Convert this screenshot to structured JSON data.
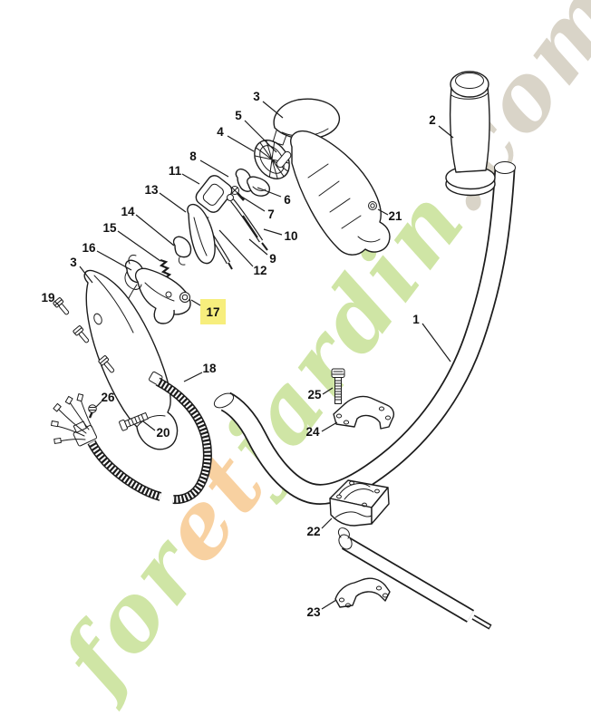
{
  "diagram": {
    "line_color": "#1c1c1c",
    "highlight": {
      "part": "17",
      "color": "#f7ee7d"
    },
    "part_labels": {
      "l1": "1",
      "l2": "2",
      "l3_top": "3",
      "l3_left": "3",
      "l4": "4",
      "l5": "5",
      "l6": "6",
      "l7": "7",
      "l8": "8",
      "l9": "9",
      "l10": "10",
      "l11": "11",
      "l12": "12",
      "l13": "13",
      "l14": "14",
      "l15": "15",
      "l16": "16",
      "l17": "17",
      "l18": "18",
      "l19": "19",
      "l20": "20",
      "l21": "21",
      "l22": "22",
      "l23": "23",
      "l24": "24",
      "l25": "25",
      "l26": "26"
    },
    "watermark": {
      "text": "foretjardin.com",
      "segments": [
        {
          "text": "for",
          "color": "#cde4a1"
        },
        {
          "text": "et",
          "color": "#f8cf9d"
        },
        {
          "text": "jardin",
          "color": "#cde4a1"
        },
        {
          "text": ".com",
          "color": "#d8d2c6"
        }
      ]
    }
  }
}
